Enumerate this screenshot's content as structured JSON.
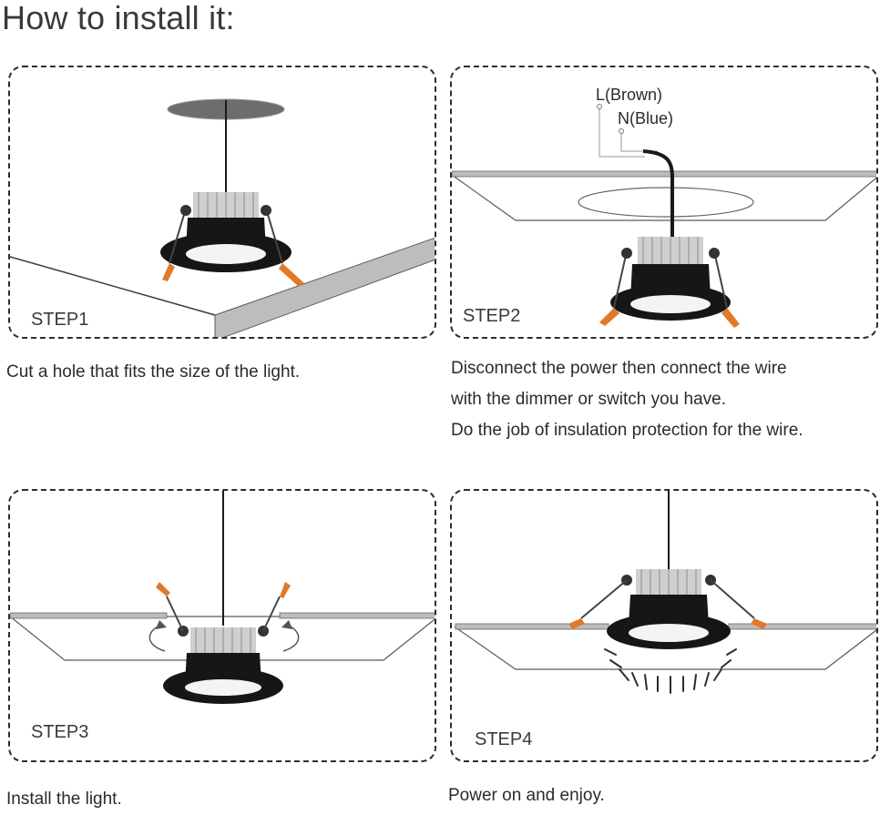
{
  "title": "How to install it:",
  "steps": [
    {
      "label": "STEP1",
      "caption": [
        "Cut a hole that fits the size of the light."
      ]
    },
    {
      "label": "STEP2",
      "caption": [
        "Disconnect the power then connect the wire",
        "with the dimmer or switch you have.",
        "Do the job of insulation protection for the wire."
      ],
      "wires": {
        "live": "L(Brown)",
        "neutral": "N(Blue)"
      }
    },
    {
      "label": "STEP3",
      "caption": [
        "Install the light."
      ]
    },
    {
      "label": "STEP4",
      "caption": [
        "Power on and enjoy."
      ]
    }
  ],
  "colors": {
    "housing": "#161616",
    "clip": "#e07a2a",
    "heatsink": "#c9c9c9",
    "led": "#f4f4f4",
    "line": "#2d2d2d"
  }
}
